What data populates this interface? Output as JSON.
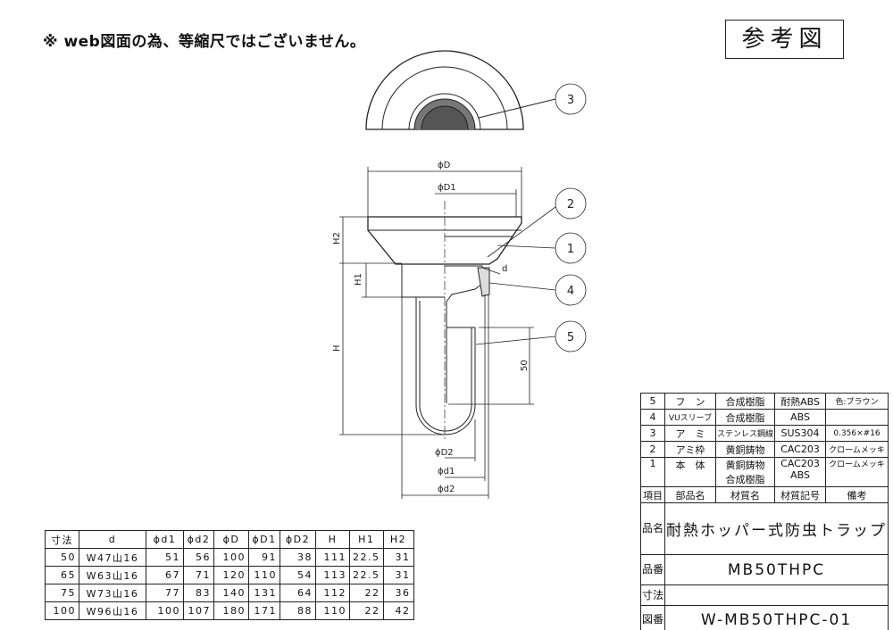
{
  "note": "※ web図面の為、等縮尺ではございません。",
  "reference_label": "参考図",
  "drawing": {
    "dimension_labels": {
      "D": "ϕD",
      "D1": "ϕD1",
      "D2": "ϕD2",
      "d1": "ϕd1",
      "d2": "ϕd2",
      "H": "H",
      "H1": "H1",
      "H2": "H2",
      "d": "d",
      "fifty": "50"
    },
    "balloons": [
      "3",
      "2",
      "1",
      "4",
      "5"
    ]
  },
  "dimension_table": {
    "headers": [
      "寸法",
      "d",
      "ϕd1",
      "ϕd2",
      "ϕD",
      "ϕD1",
      "ϕD2",
      "H",
      "H1",
      "H2"
    ],
    "rows": [
      [
        "50",
        "W47山16",
        "51",
        "56",
        "100",
        "91",
        "38",
        "111",
        "22.5",
        "31"
      ],
      [
        "65",
        "W63山16",
        "67",
        "71",
        "120",
        "110",
        "54",
        "113",
        "22.5",
        "31"
      ],
      [
        "75",
        "W73山16",
        "77",
        "83",
        "140",
        "131",
        "64",
        "112",
        "22",
        "36"
      ],
      [
        "100",
        "W96山16",
        "100",
        "107",
        "180",
        "171",
        "88",
        "110",
        "22",
        "42"
      ]
    ]
  },
  "parts_table": {
    "rows": [
      [
        "5",
        "フ　ン",
        "合成樹脂",
        "耐熱ABS",
        "色:ブラウン"
      ],
      [
        "4",
        "VUスリーブ",
        "合成樹脂",
        "ABS",
        ""
      ],
      [
        "3",
        "ア　ミ",
        "ステンレス鋼線",
        "SUS304",
        "0.356×#16"
      ],
      [
        "2",
        "アミ枠",
        "黄銅鋳物",
        "CAC203",
        "クロームメッキ"
      ],
      [
        "1",
        "本　体",
        "黄銅鋳物\n合成樹脂",
        "CAC203\nABS",
        "クロームメッキ"
      ]
    ],
    "headers": [
      "項目",
      "部品名",
      "材質名",
      "材質記号",
      "備考"
    ],
    "name_label": "品名",
    "name_value": "耐熱ホッパー式防虫トラップ",
    "number_label": "品番",
    "number_value": "MB50THPC",
    "size_label": "寸法",
    "size_value": "",
    "drawing_label": "図番",
    "drawing_value": "W-MB50THPC-01"
  }
}
